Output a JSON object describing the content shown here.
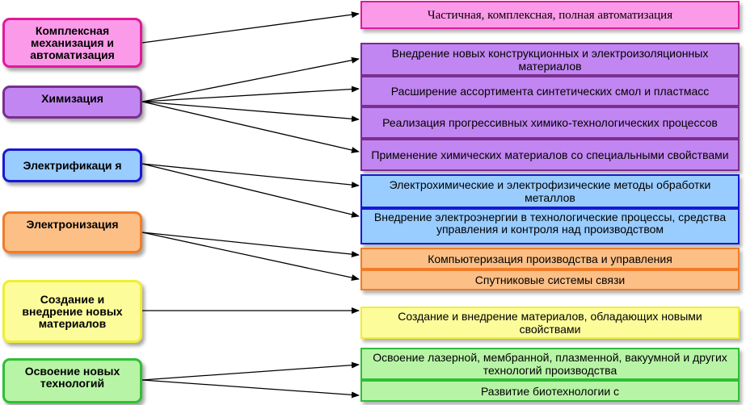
{
  "colors": {
    "pink_fill": "#fb9ae9",
    "pink_border": "#e0199a",
    "violet_fill": "#c186f1",
    "violet_border": "#7a2e8e",
    "blue_fill": "#99ccff",
    "blue_border": "#1818d6",
    "orange_fill": "#fcbf86",
    "orange_border": "#f07c28",
    "yellow_fill": "#fdfc9b",
    "yellow_border": "#f0ee32",
    "green_fill": "#b8f4a6",
    "green_border": "#2fbf36"
  },
  "left": {
    "mechanization": "Комплексная механизация и автоматизация",
    "chemization": "Химизация",
    "electrification": "Электрификаци я",
    "electronization": "Электронизация",
    "materials": "Создание и внедрение новых материалов",
    "technologies": "Освоение новых технологий"
  },
  "right": {
    "automation": "Частичная, комплексная, полная автоматизация",
    "chem_1": "Внедрение новых конструкционных и электроизоляционных материалов",
    "chem_2": "Расширение ассортимента синтетических смол и пластмасс",
    "chem_3": "Реализация прогрессивных химико-технологических процессов",
    "chem_4": "Применение химических материалов со специальными свойствами",
    "elec_1": "Электрохимические и электрофизические методы обработки металлов",
    "elec_2": "Внедрение электроэнергии в технологические процессы, средства управления и контроля над производством",
    "tron_1": "Компьютеризация производства и управления",
    "tron_2": "Спутниковые системы связи",
    "mat_1": "Создание и внедрение материалов, обладающих новыми свойствами",
    "tech_1": "Освоение лазерной, мембранной, плазменной, вакуумной и других технологий производства",
    "tech_2": "Развитие биотехнологии с"
  }
}
